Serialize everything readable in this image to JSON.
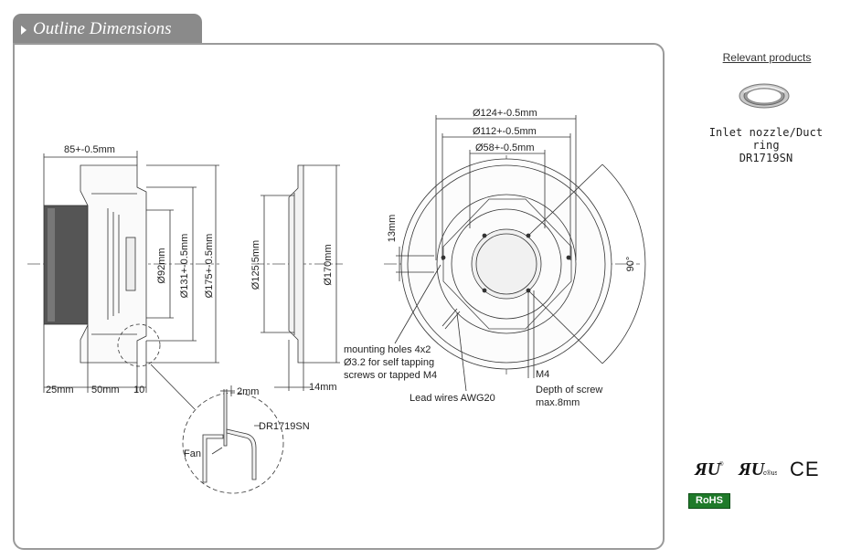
{
  "section": {
    "title": "Outline Dimensions"
  },
  "drawing": {
    "side_view": {
      "top_dim": "85+-0.5mm",
      "dims": [
        "Ø92mm",
        "Ø131+-0.5mm",
        "Ø175+-0.5mm"
      ],
      "bottom_dims": [
        "25mm",
        "50mm",
        "10"
      ]
    },
    "nozzle_view": {
      "dims": [
        "Ø125.5mm",
        "Ø170mm"
      ],
      "bottom_dim": "14mm"
    },
    "detail": {
      "gap": "2mm",
      "labels": [
        "DR1719SN",
        "Fan"
      ]
    },
    "front_view": {
      "dims": [
        "Ø124+-0.5mm",
        "Ø112+-0.5mm",
        "Ø58+-0.5mm",
        "13mm",
        "90°"
      ],
      "mounting_holes": [
        "mounting holes 4x2",
        "Ø3.2 for self tapping",
        "screws or tapped M4"
      ],
      "lead_wires": "Lead wires AWG20",
      "screw_note": [
        "M4",
        "Depth of screw",
        "max.8mm"
      ]
    }
  },
  "relevant": {
    "title": "Relevant products",
    "product_lines": [
      "Inlet nozzle/Duct ring",
      "DR1719SN"
    ]
  },
  "certifications": {
    "ur_mark": "®",
    "cur_mark": "c®us",
    "ce_mark": "CE",
    "rohs": "RoHS"
  }
}
